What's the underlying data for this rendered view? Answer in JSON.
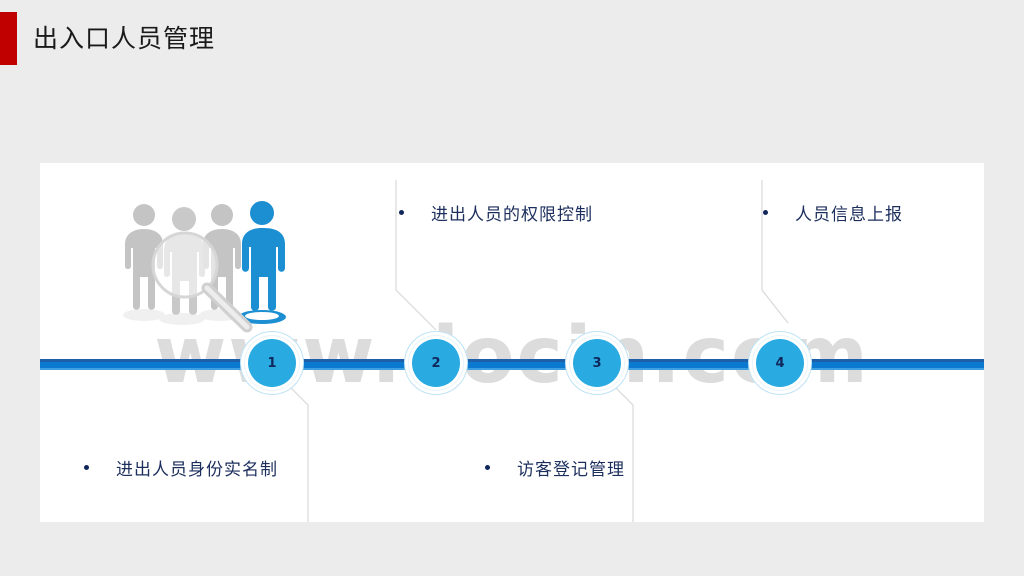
{
  "header": {
    "title": "出入口人员管理",
    "accent_color": "#c00000"
  },
  "panel": {
    "background": "#ffffff",
    "watermark": "www.docin.com"
  },
  "timeline": {
    "bar_color": "#0b79d0",
    "circle_fill": "#29abe2",
    "number_color": "#10275c",
    "steps": [
      {
        "number": "1",
        "label": "进出人员身份实名制",
        "position": "bottom"
      },
      {
        "number": "2",
        "label": "进出人员的权限控制",
        "position": "top"
      },
      {
        "number": "3",
        "label": "访客登记管理",
        "position": "bottom"
      },
      {
        "number": "4",
        "label": "人员信息上报",
        "position": "top"
      }
    ]
  },
  "illustration": {
    "name": "people-search-illustration",
    "highlight_color": "#1b8fd1",
    "gray_color": "#bfbfbf"
  }
}
